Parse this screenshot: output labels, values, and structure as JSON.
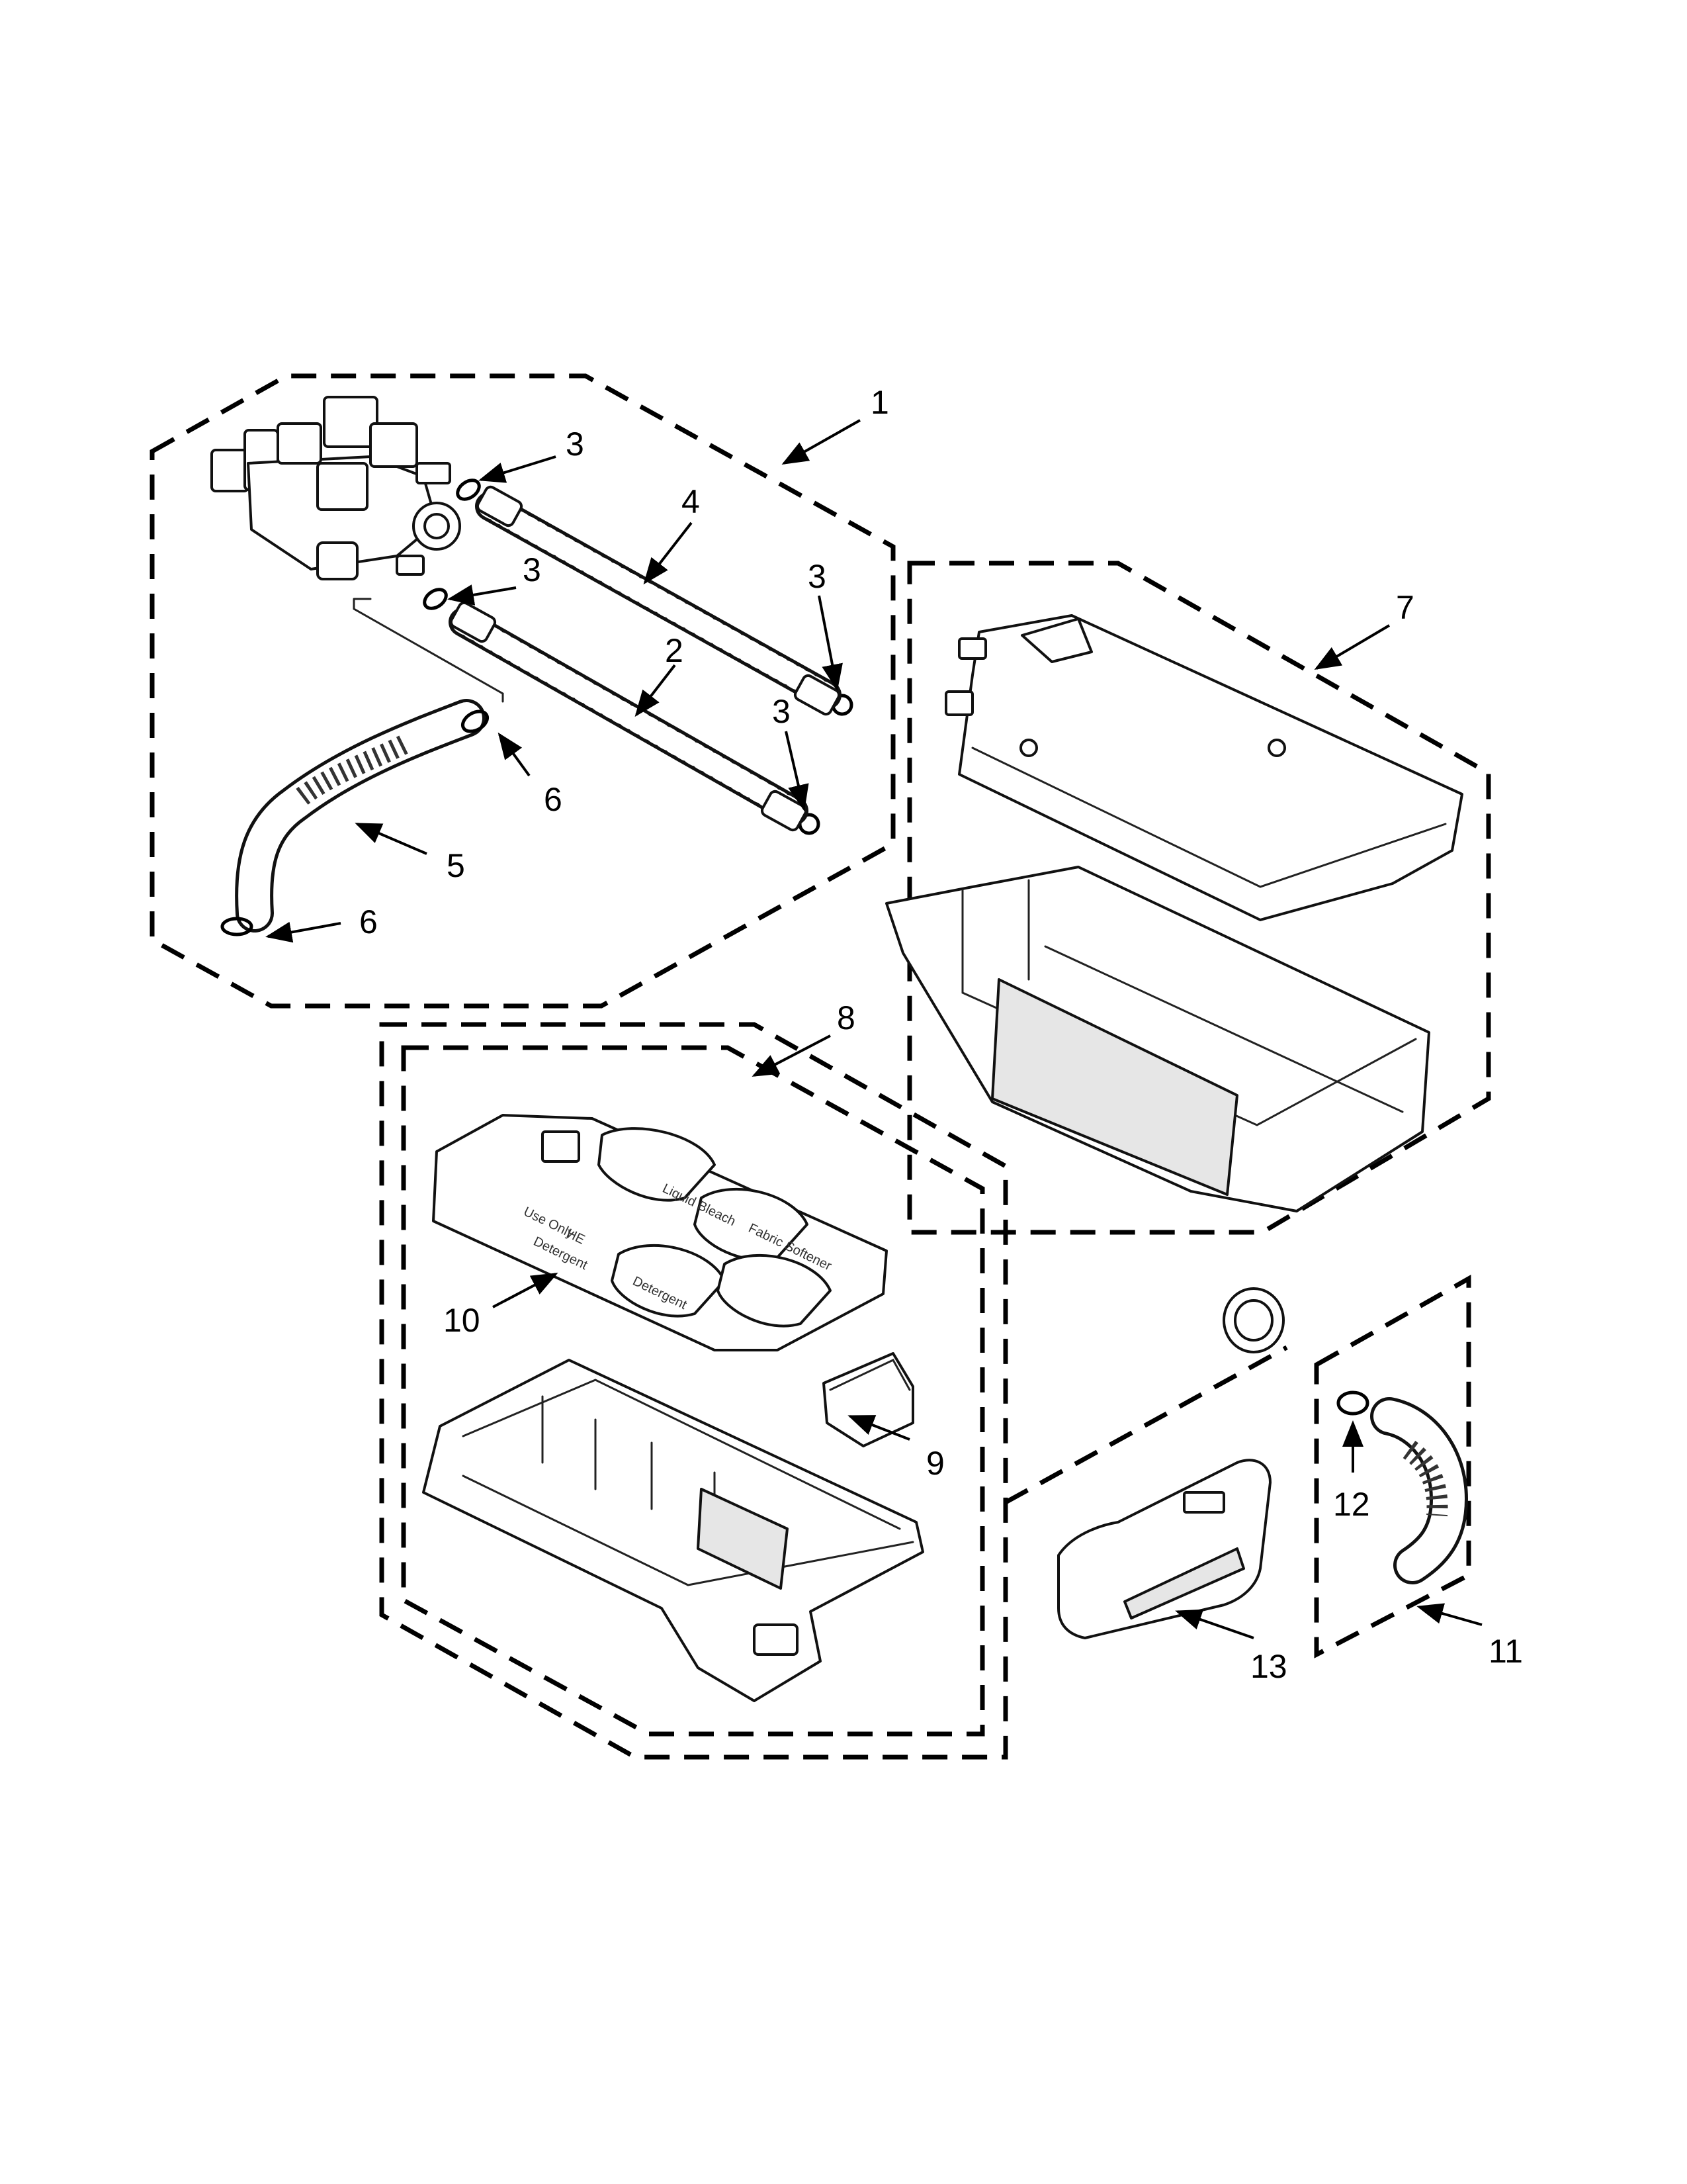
{
  "callouts": [
    {
      "id": "c1",
      "label": "1"
    },
    {
      "id": "c2",
      "label": "2"
    },
    {
      "id": "c3a",
      "label": "3"
    },
    {
      "id": "c3b",
      "label": "3"
    },
    {
      "id": "c3c",
      "label": "3"
    },
    {
      "id": "c3d",
      "label": "3"
    },
    {
      "id": "c4",
      "label": "4"
    },
    {
      "id": "c5",
      "label": "5"
    },
    {
      "id": "c6a",
      "label": "6"
    },
    {
      "id": "c6b",
      "label": "6"
    },
    {
      "id": "c7",
      "label": "7"
    },
    {
      "id": "c8",
      "label": "8"
    },
    {
      "id": "c9",
      "label": "9"
    },
    {
      "id": "c10",
      "label": "10"
    },
    {
      "id": "c11",
      "label": "11"
    },
    {
      "id": "c12",
      "label": "12"
    },
    {
      "id": "c13",
      "label": "13"
    }
  ],
  "tray_print": {
    "line1": "Use Only",
    "line2": "Detergent",
    "logo": "HE",
    "liquid_bleach": "Liquid Bleach",
    "fabric_softener": "Fabric Softener",
    "detergent": "Detergent"
  }
}
